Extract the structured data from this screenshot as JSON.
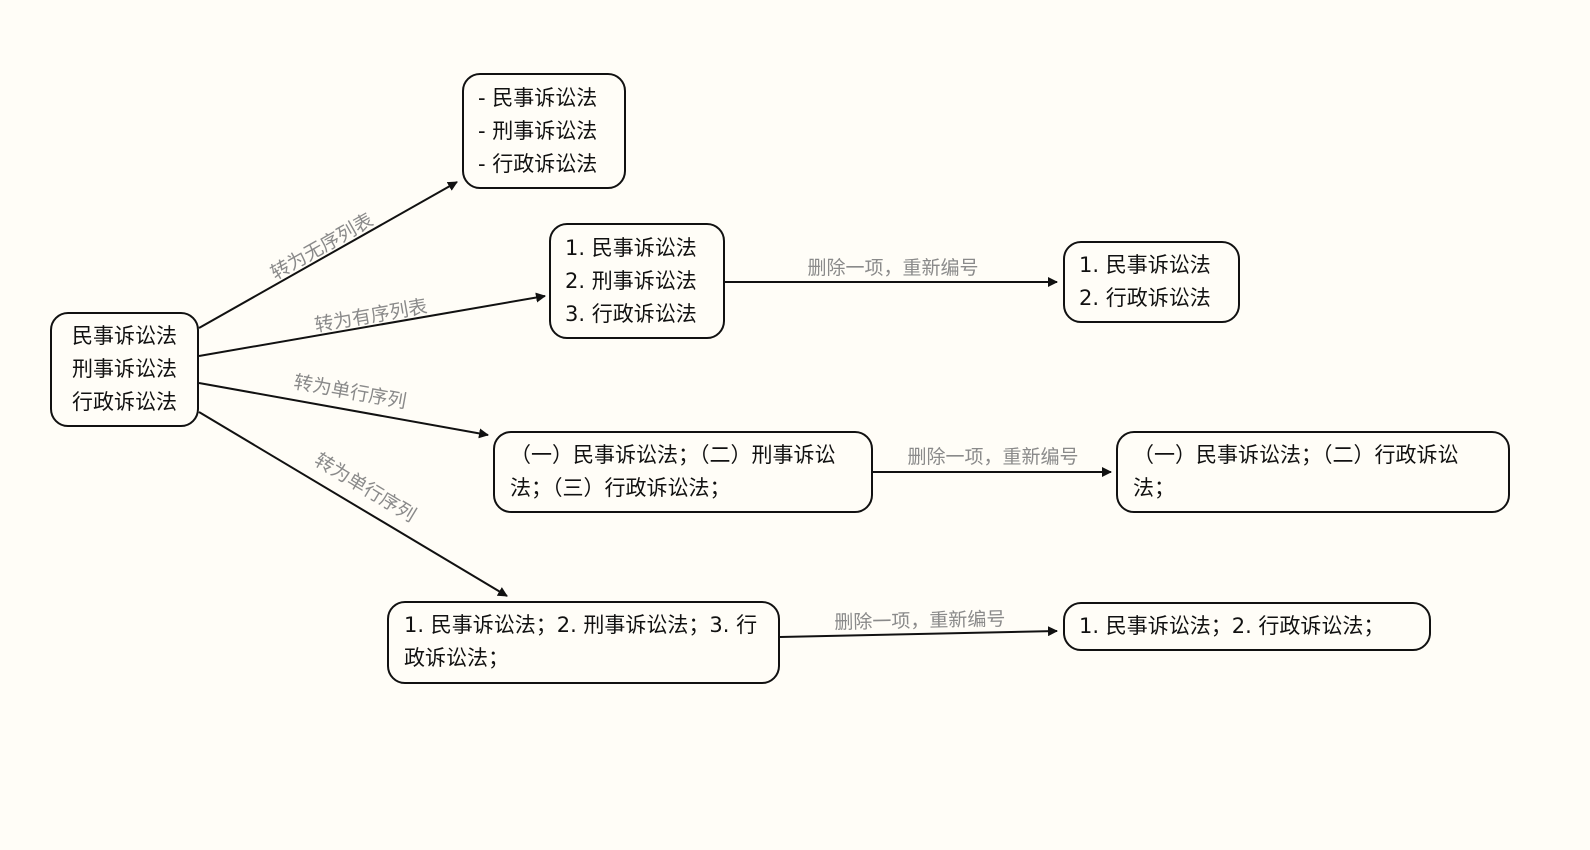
{
  "nodes": {
    "source": {
      "lines": [
        "民事诉讼法",
        "刑事诉讼法",
        "行政诉讼法"
      ]
    },
    "unordered_list": {
      "lines": [
        "- 民事诉讼法",
        "- 刑事诉讼法",
        "- 行政诉讼法"
      ]
    },
    "ordered_list": {
      "lines": [
        "1. 民事诉讼法",
        "2. 刑事诉讼法",
        "3. 行政诉讼法"
      ]
    },
    "ordered_list_renumbered": {
      "lines": [
        "1. 民事诉讼法",
        "2. 行政诉讼法"
      ]
    },
    "chinese_sequence": {
      "text": "（一）民事诉讼法；（二）刑事诉讼法；（三）行政诉讼法；"
    },
    "chinese_sequence_renumbered": {
      "text": "（一）民事诉讼法；（二）行政诉讼法；"
    },
    "numeric_sequence": {
      "text": "1. 民事诉讼法；2. 刑事诉讼法；3. 行政诉讼法；"
    },
    "numeric_sequence_renumbered": {
      "text": "1. 民事诉讼法；2. 行政诉讼法；"
    }
  },
  "edges": {
    "to_unordered": "转为无序列表",
    "to_ordered": "转为有序列表",
    "to_single_line_1": "转为单行序列",
    "to_single_line_2": "转为单行序列",
    "delete_renumber_1": "删除一项，重新编号",
    "delete_renumber_2": "删除一项，重新编号",
    "delete_renumber_3": "删除一项，重新编号"
  },
  "colors": {
    "edge_label": "#8a8a8a",
    "stroke": "#111111",
    "background": "#fffdf7"
  }
}
